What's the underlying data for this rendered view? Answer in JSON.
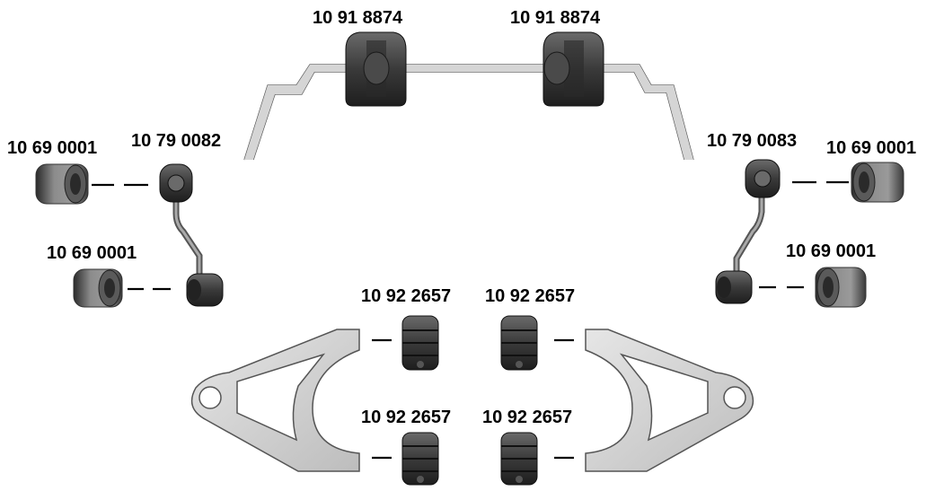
{
  "labels": {
    "sway_bar_bushing_left": "10 91 8874",
    "sway_bar_bushing_right": "10 91 8874",
    "link_left": "10 79 0082",
    "link_right": "10 79 0083",
    "link_bushing_left_upper": "10 69 0001",
    "link_bushing_left_lower": "10 69 0001",
    "link_bushing_right_upper": "10 69 0001",
    "link_bushing_right_lower": "10 69 0001",
    "arm_bushing_top_left": "10 92 2657",
    "arm_bushing_top_right": "10 92 2657",
    "arm_bushing_bottom_left": "10 92 2657",
    "arm_bushing_bottom_right": "10 92 2657"
  },
  "colors": {
    "rubber": "#3a3a3a",
    "rubber_highlight": "#8a8a8a",
    "metal": "#d0d0d0",
    "metal_outline": "#555555",
    "text": "#000000"
  }
}
